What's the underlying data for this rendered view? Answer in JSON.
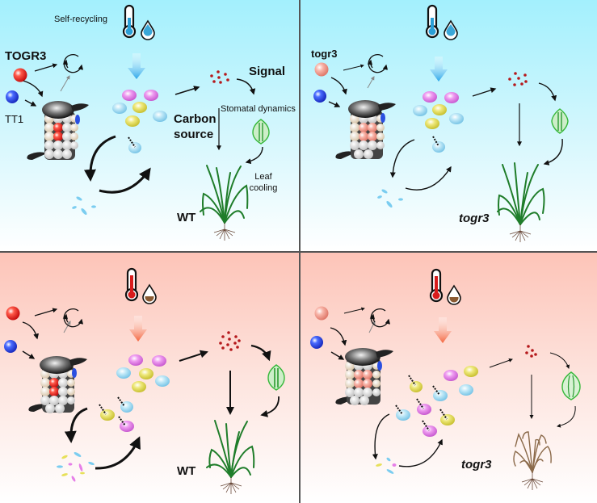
{
  "figure": {
    "title": "TOGR3 model: proteasome-mediated carbon source recycling under heat stress",
    "panels": [
      {
        "id": "top-left",
        "condition": "normal temperature, sufficient water",
        "background_color": "#a3f0fd",
        "thermometer_fill": "#2a9fd6",
        "drop_fill": "#3aa7d8",
        "arrow_color": "#3cb4ea",
        "labels": {
          "gene": "TOGR3",
          "partner": "TT1",
          "recycling": "Self-recycling",
          "signal": "Signal",
          "carbon_source": "Carbon source",
          "stomatal": "Stomatal dynamics",
          "leaf_cooling": "Leaf cooling",
          "genotype": "WT"
        },
        "plant_state": "healthy"
      },
      {
        "id": "top-right",
        "condition": "normal temperature, sufficient water",
        "background_color": "#a3f0fd",
        "thermometer_fill": "#2a9fd6",
        "drop_fill": "#3aa7d8",
        "arrow_color": "#3cb4ea",
        "labels": {
          "gene": "togr3",
          "genotype": "togr3"
        },
        "plant_state": "healthy"
      },
      {
        "id": "bottom-left",
        "condition": "high temperature, drought",
        "background_color": "#fdc4b8",
        "thermometer_fill": "#d81c1c",
        "drop_fill": "#8a5a32",
        "arrow_color": "#f4643c",
        "labels": {
          "genotype": "WT"
        },
        "plant_state": "healthy"
      },
      {
        "id": "bottom-right",
        "condition": "high temperature, drought",
        "background_color": "#fdc4b8",
        "thermometer_fill": "#d81c1c",
        "drop_fill": "#8a5a32",
        "arrow_color": "#f4643c",
        "labels": {
          "genotype": "togr3"
        },
        "plant_state": "withered"
      }
    ],
    "colors": {
      "togr3_wt_protein": "#e8231e",
      "togr3_mutant_protein": "#f5a89a",
      "tt1_protein": "#2a4fe0",
      "substrate_magenta": "#e67fe8",
      "substrate_cyan": "#a8dff3",
      "substrate_yellow": "#e7e05a",
      "signal_dots": "#b5191c",
      "stomata": "#36b83a",
      "plant_green": "#1f7d2a",
      "plant_withered": "#8b6a4a",
      "divider": "#555555"
    }
  }
}
